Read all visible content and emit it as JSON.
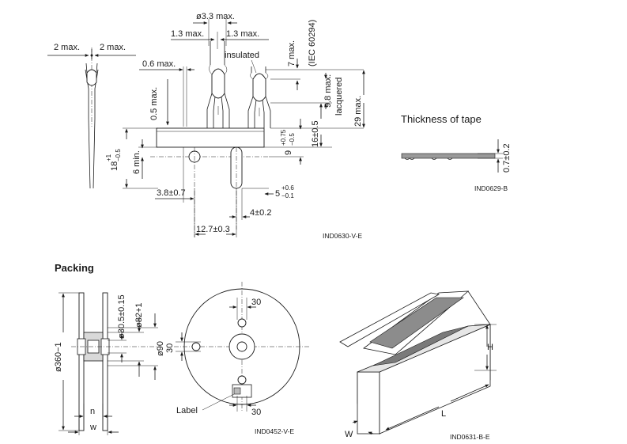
{
  "component": {
    "dim_diameter": "ø3.3 max.",
    "dim_left_offset": "1.3 max.",
    "dim_right_offset": "1.3 max.",
    "label_insulated": "insulated",
    "dim_7max": "7 max.",
    "label_iec": "(IEC 60294)",
    "dim_9_8max": "9.8 max.",
    "label_lacquered": "lacquered",
    "dim_29max": "29 max.",
    "dim_2max_left": "2 max.",
    "dim_2max_right": "2 max.",
    "dim_0_6max": "0.6 max.",
    "dim_0_5max": "0.5 max.",
    "dim_18": "18",
    "dim_18_tol_upper": "+1",
    "dim_18_tol_lower": "−0.5",
    "dim_6min": "6 min.",
    "dim_9": "9",
    "dim_9_tol_upper": "+0.75",
    "dim_9_tol_lower": "−0.5",
    "dim_16": "16±0.5",
    "dim_3_8": "3.8±0.7",
    "dim_5": "5",
    "dim_5_tol_upper": "+0.6",
    "dim_5_tol_lower": "−0.1",
    "dim_4": "4±0.2",
    "dim_12_7": "12.7±0.3",
    "figure_id": "IND0630-V-E"
  },
  "tape": {
    "title": "Thickness of tape",
    "dim_thickness": "0.7±0.2",
    "figure_id": "IND0629-B"
  },
  "packing": {
    "title": "Packing",
    "dim_360": "ø360−1",
    "dim_30_5": "ø30.5±0.15",
    "dim_82": "ø82+1",
    "dim_90": "ø90",
    "dim_n": "n",
    "dim_w": "w",
    "dim_30_top": "30",
    "dim_30_left": "30",
    "dim_30_bottom": "30",
    "label_label": "Label",
    "figure_id_reel": "IND0452-V-E",
    "dim_H": "H",
    "dim_L": "L",
    "dim_W": "W",
    "figure_id_box": "IND0631-B-E"
  }
}
